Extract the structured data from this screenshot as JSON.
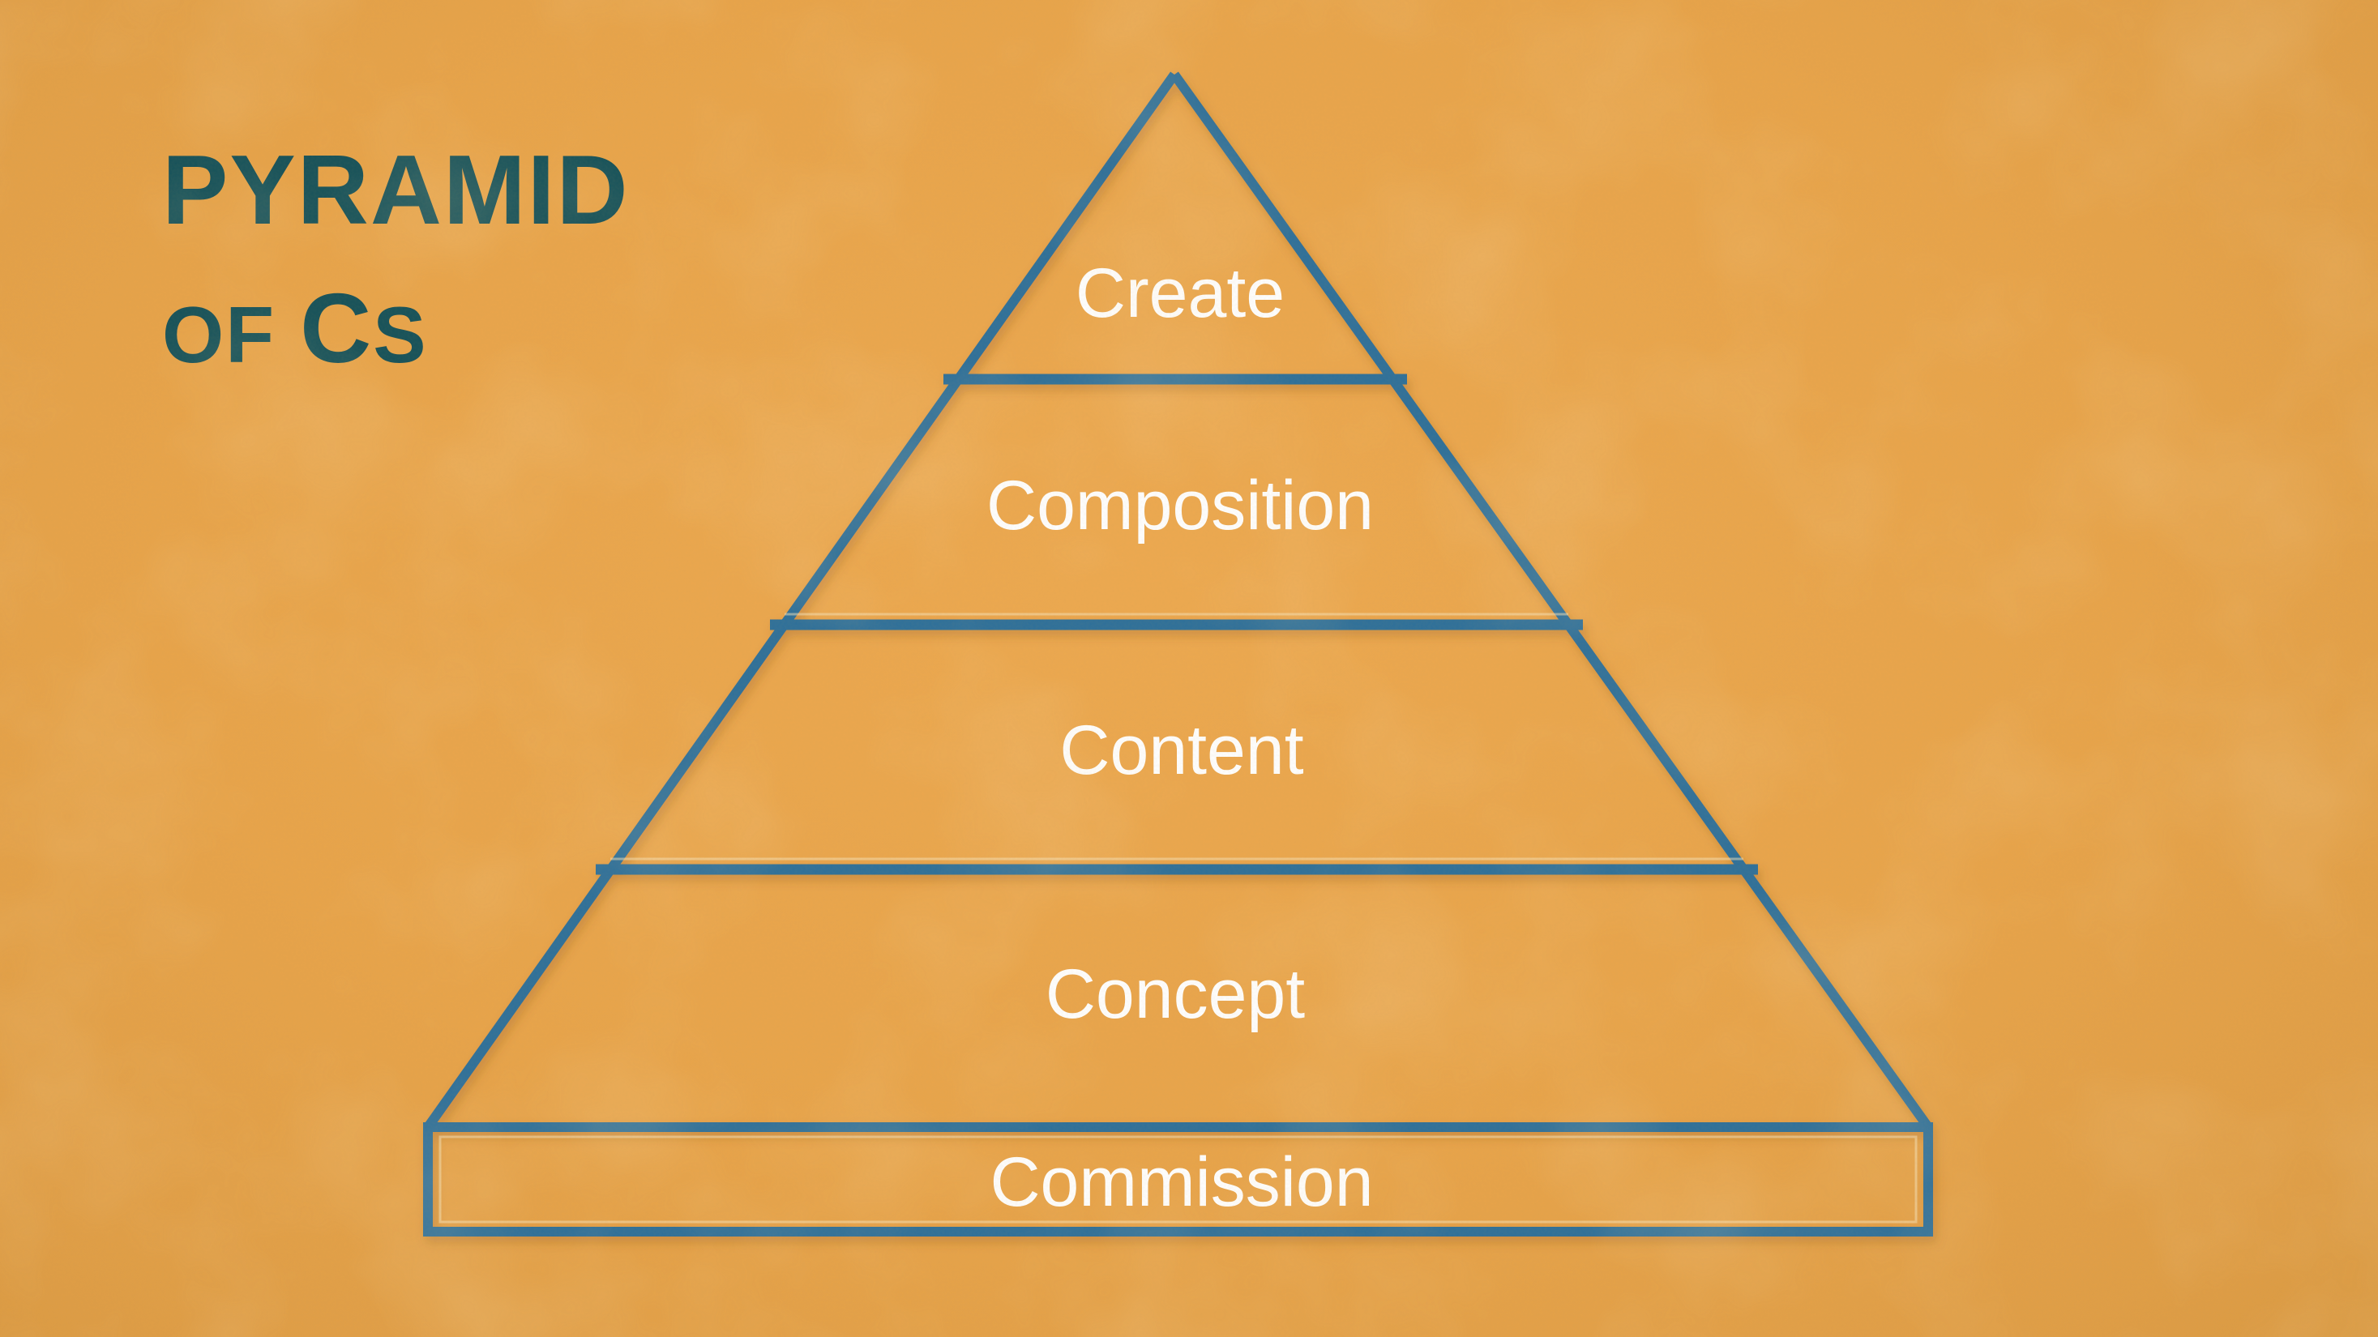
{
  "title": {
    "text": "PYRAMID OF CS",
    "line1": "PYRAMID",
    "line2_of": "OF",
    "line2_c": "C",
    "line2_s": "S",
    "color": "#16525a"
  },
  "pyramid": {
    "outline_color": "#2e6f9a",
    "label_color": "#ffffff",
    "levels": [
      {
        "label": "Create"
      },
      {
        "label": "Composition"
      },
      {
        "label": "Content"
      },
      {
        "label": "Concept"
      },
      {
        "label": "Commission"
      }
    ]
  },
  "background": {
    "base_color": "#e8a44a"
  }
}
